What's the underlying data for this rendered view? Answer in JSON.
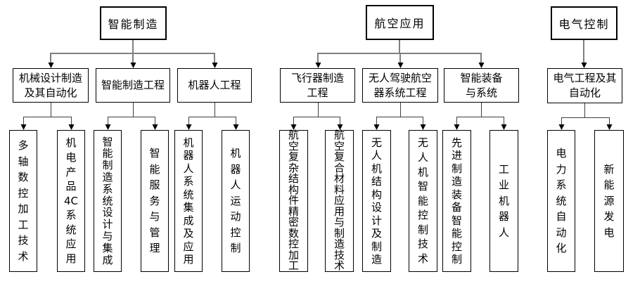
{
  "colors": {
    "background": "#ffffff",
    "box_border": "#000000",
    "text": "#000000",
    "connector_primary": "#7f7f7f",
    "connector_secondary": "#3f3f3f",
    "arrowhead": "#000000"
  },
  "trees": [
    {
      "root": "智能制造",
      "majors": [
        "机械设计制造\n及其自动化",
        "智能制造工程",
        "机器人工程"
      ],
      "leaves": [
        "多轴数控加工技术",
        "机电产品4C系统应用",
        "智能制造系统设计与集成",
        "智能服务与管理",
        "机器人系统集成及应用",
        "机器人运动控制"
      ]
    },
    {
      "root": "航空应用",
      "majors": [
        "飞行器制造\n工程",
        "无人驾驶航空\n器系统工程",
        "智能装备\n与系统"
      ],
      "leaves": [
        "航空复杂结构件精密数控加工",
        "航空复合材料应用与制造技术",
        "无人机结构设计及制造",
        "无人机智能控制技术",
        "先进制造装备智能控制",
        "工业机器人"
      ]
    },
    {
      "root": "电气控制",
      "majors": [
        "电气工程及其\n自动化"
      ],
      "leaves": [
        "电力系统自动化",
        "新能源发电"
      ]
    }
  ]
}
